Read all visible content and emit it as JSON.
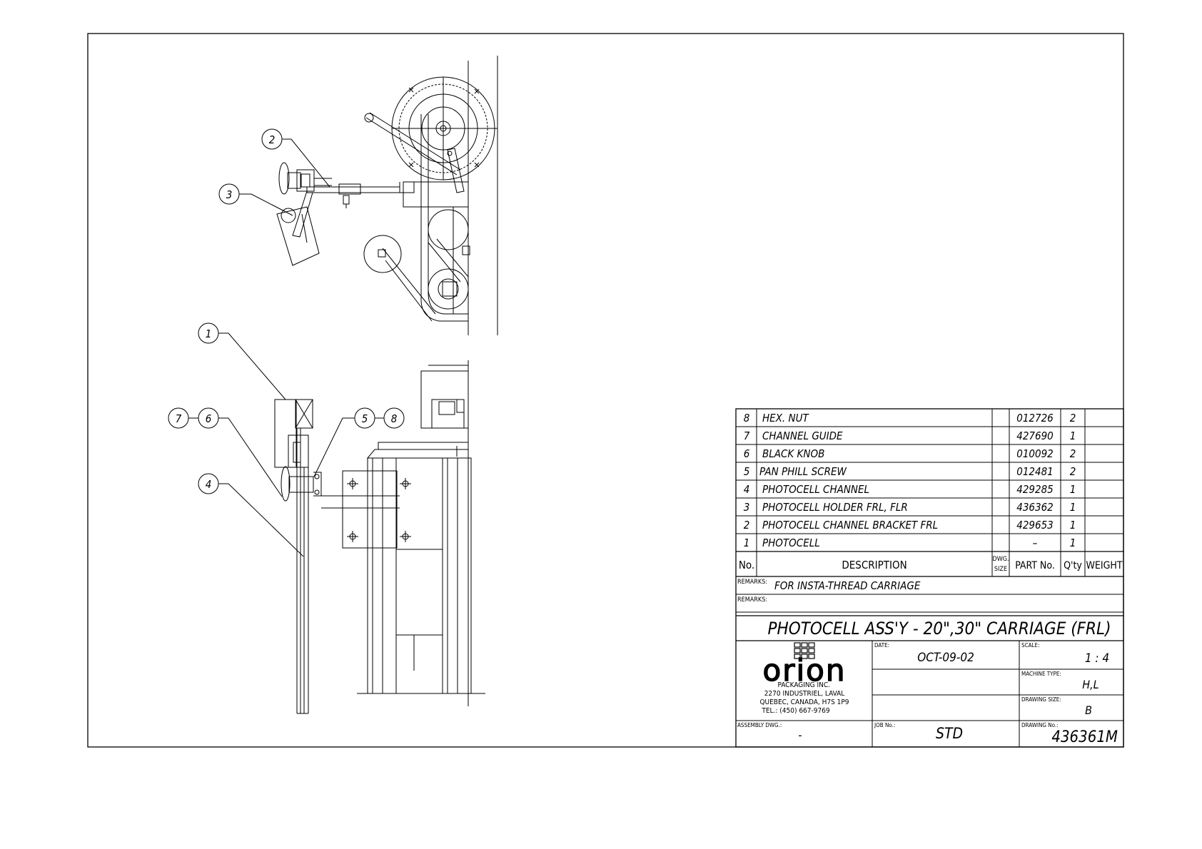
{
  "callouts": [
    "1",
    "2",
    "3",
    "4",
    "5",
    "6",
    "7",
    "8"
  ],
  "bom": {
    "rows": [
      {
        "no": "8",
        "description": "HEX. NUT",
        "dwg": "",
        "part": "012726",
        "qty": "2",
        "weight": ""
      },
      {
        "no": "7",
        "description": "CHANNEL GUIDE",
        "dwg": "",
        "part": "427690",
        "qty": "1",
        "weight": ""
      },
      {
        "no": "6",
        "description": "BLACK KNOB",
        "dwg": "",
        "part": "010092",
        "qty": "2",
        "weight": ""
      },
      {
        "no": "5",
        "description": "PAN PHILL SCREW",
        "dwg": "",
        "part": "012481",
        "qty": "2",
        "weight": ""
      },
      {
        "no": "4",
        "description": "PHOTOCELL CHANNEL",
        "dwg": "",
        "part": "429285",
        "qty": "1",
        "weight": ""
      },
      {
        "no": "3",
        "description": "PHOTOCELL HOLDER FRL, FLR",
        "dwg": "",
        "part": "436362",
        "qty": "1",
        "weight": ""
      },
      {
        "no": "2",
        "description": "PHOTOCELL CHANNEL BRACKET FRL",
        "dwg": "",
        "part": "429653",
        "qty": "1",
        "weight": ""
      },
      {
        "no": "1",
        "description": "PHOTOCELL",
        "dwg": "",
        "part": "–",
        "qty": "1",
        "weight": ""
      }
    ],
    "headers": {
      "no": "No.",
      "description": "DESCRIPTION",
      "dwg_line1": "DWG.",
      "dwg_line2": "SIZE",
      "part": "PART No.",
      "qty": "Q'ty",
      "weight": "WEIGHT"
    }
  },
  "remarks": {
    "label": "REMARKS:",
    "value": "FOR INSTA-THREAD CARRIAGE",
    "label2": "REMARKS:"
  },
  "title_block": {
    "title": "PHOTOCELL ASS'Y - 20\",30\" CARRIAGE (FRL)",
    "company": {
      "logo": "orion",
      "name": "PACKAGING INC.",
      "address1": "2270 INDUSTRIEL, LAVAL",
      "address2": "QUEBEC, CANADA, H7S 1P9",
      "tel": "TEL.: (450) 667-9769"
    },
    "date_label": "DATE:",
    "date": "OCT-09-02",
    "scale_label": "SCALE:",
    "scale": "1 : 4",
    "machine_type_label": "MACHINE TYPE:",
    "machine_type": "H,L",
    "drawing_size_label": "DRAWING SIZE:",
    "drawing_size": "B",
    "assembly_label": "ASSEMBLY DWG.:",
    "assembly": "-",
    "job_label": "JOB No.:",
    "job": "STD",
    "drawing_no_label": "DRAWING No.:",
    "drawing_no": "436361M"
  }
}
